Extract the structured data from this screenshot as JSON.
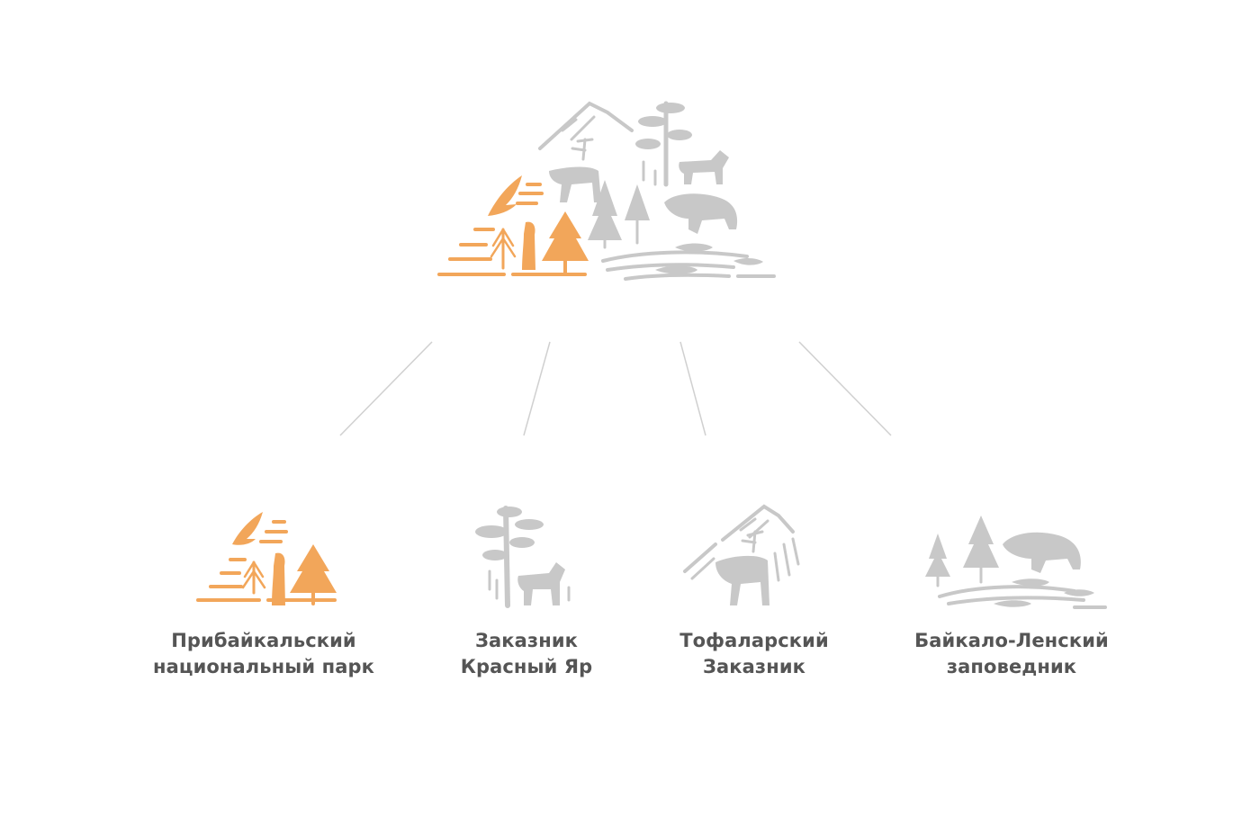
{
  "colors": {
    "accent": "#F2A65A",
    "gray": "#C8C8C8",
    "line": "#D0D0D0",
    "text": "#555555"
  },
  "master_logo": {
    "icons": [
      "eagle-icon",
      "meerkat-icon",
      "pine-icon",
      "mountain-icon",
      "deer-icon",
      "moose-icon",
      "bear-icon",
      "fish-icon",
      "spruce-icon"
    ]
  },
  "brands": [
    {
      "title_line1": "Прибайкальский",
      "title_line2": "национальный  парк",
      "color": "#F2A65A",
      "icon": "eagle-meerkat-pine-icon"
    },
    {
      "title_line1": "Заказник",
      "title_line2": "Красный Яр",
      "color": "#C8C8C8",
      "icon": "tree-moose-icon"
    },
    {
      "title_line1": "Тофаларский",
      "title_line2": "Заказник",
      "color": "#C8C8C8",
      "icon": "mountain-deer-icon"
    },
    {
      "title_line1": "Байкало-Ленский",
      "title_line2": "заповедник",
      "color": "#C8C8C8",
      "icon": "spruce-bear-fish-icon"
    }
  ]
}
